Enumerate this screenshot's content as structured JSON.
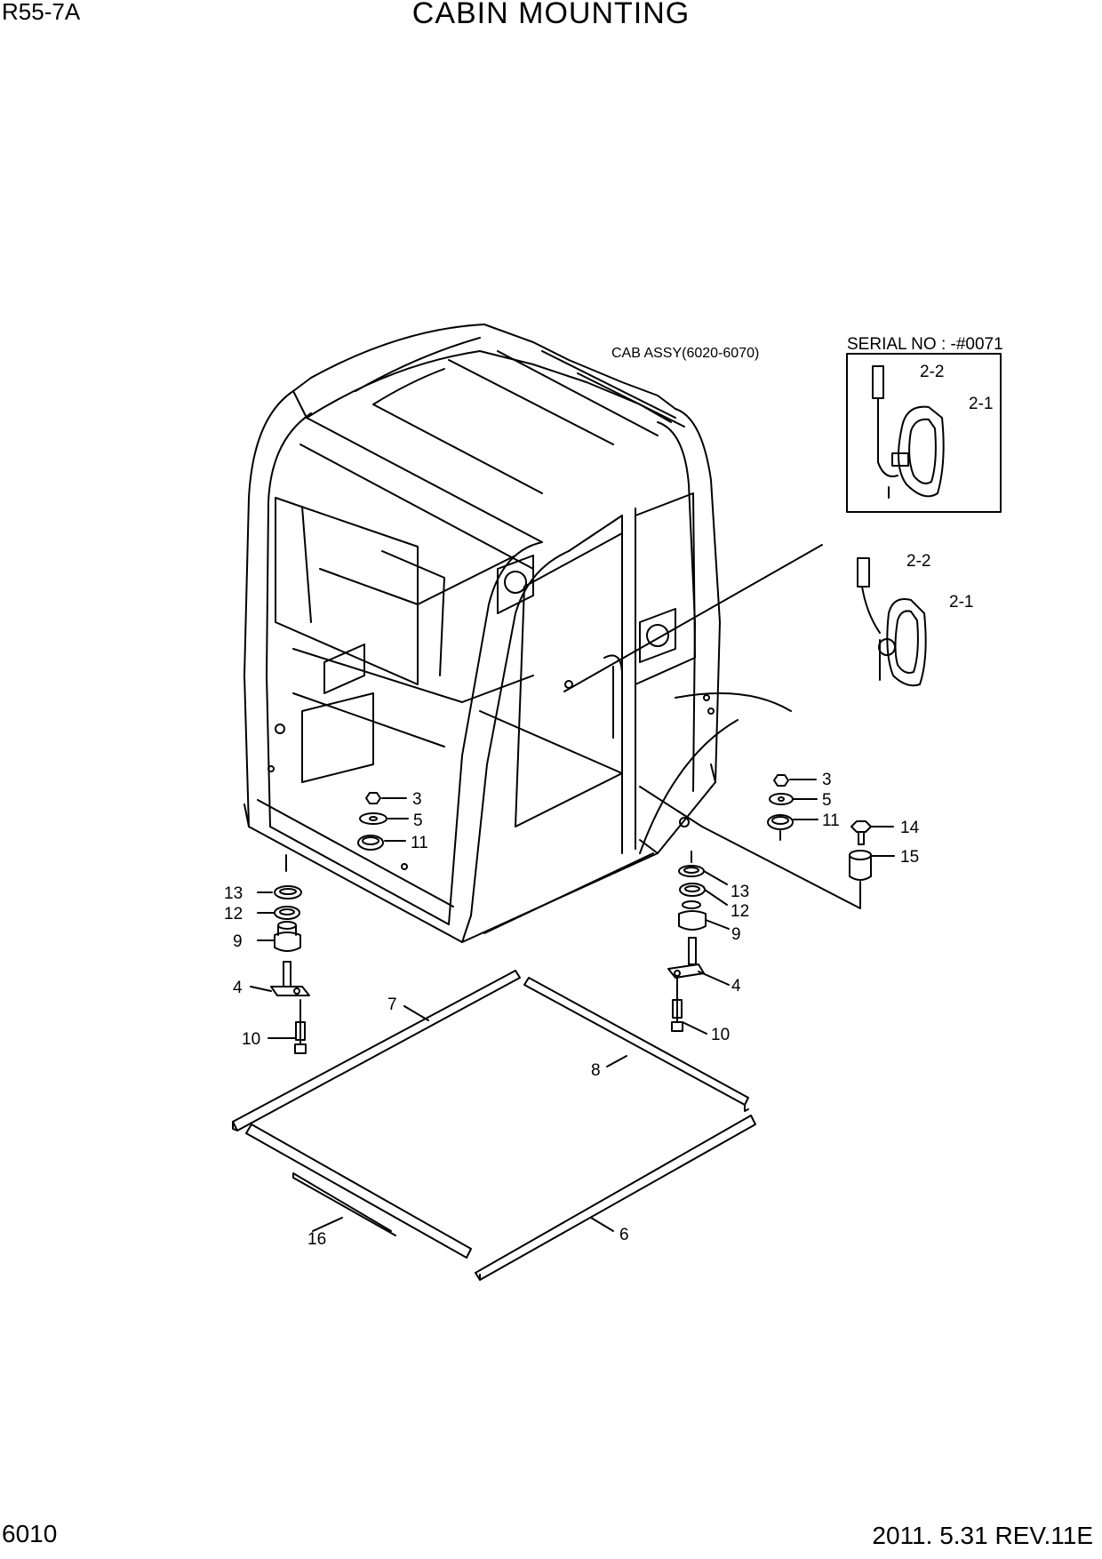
{
  "header": {
    "model": "R55-7A",
    "title": "CABIN MOUNTING"
  },
  "footer": {
    "page_number": "6010",
    "revision": "2011. 5.31 REV.11E"
  },
  "diagram": {
    "assembly_label": "CAB ASSY(6020-6070)",
    "inset_caption": "SERIAL NO : -#0071",
    "part_labels": {
      "inset_2_2": "2-2",
      "inset_2_1": "2-1",
      "main_2_2": "2-2",
      "main_2_1": "2-1",
      "center_3": "3",
      "center_5": "5",
      "center_11": "11",
      "right_3": "3",
      "right_5": "5",
      "right_11": "11",
      "p14": "14",
      "p15": "15",
      "left_13": "13",
      "left_12": "12",
      "left_9": "9",
      "left_4": "4",
      "left_10": "10",
      "right_13": "13",
      "right_12": "12",
      "right_9": "9",
      "right_4": "4",
      "right_10": "10",
      "p7": "7",
      "p8": "8",
      "p16": "16",
      "p6": "6"
    }
  }
}
